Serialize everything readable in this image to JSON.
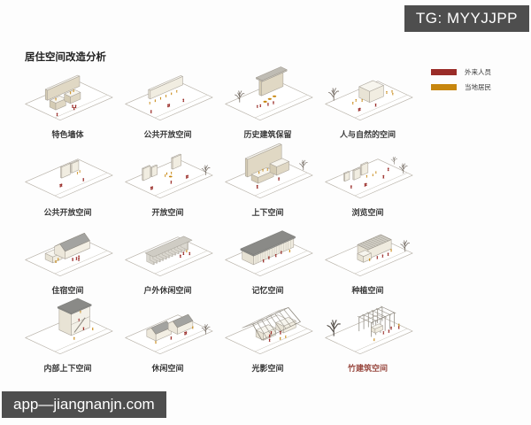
{
  "title": "居住空间改造分析",
  "watermark_top": {
    "text": "TG: MYYJJPP"
  },
  "watermark_bottom": {
    "text": "app—jiangnanjn.com"
  },
  "legend": {
    "items": [
      {
        "label": "外来人员",
        "color": "#9a2c28"
      },
      {
        "label": "当地居民",
        "color": "#c7860e"
      }
    ]
  },
  "colors": {
    "visitor_red": "#9a2c28",
    "resident_orange": "#c7860e",
    "outline": "#aaa49a",
    "highlight_label": "#9a4b42"
  },
  "cells": [
    {
      "label": "特色墙体",
      "scene": "textured-walls"
    },
    {
      "label": "公共开放空间",
      "scene": "long-wall-crowd"
    },
    {
      "label": "历史建筑保留",
      "scene": "historic-wall"
    },
    {
      "label": "人与自然的空间",
      "scene": "nature-box"
    },
    {
      "label": "公共开放空间",
      "scene": "twin-panels"
    },
    {
      "label": "开放空间",
      "scene": "open-panels"
    },
    {
      "label": "上下空间",
      "scene": "stacked-wall"
    },
    {
      "label": "浏览空间",
      "scene": "browse-panels"
    },
    {
      "label": "住宿空间",
      "scene": "gable-house"
    },
    {
      "label": "户外休闲空间",
      "scene": "slat-canopy"
    },
    {
      "label": "记忆空间",
      "scene": "memory-hall"
    },
    {
      "label": "种植空间",
      "scene": "planting-house"
    },
    {
      "label": "内部上下空间",
      "scene": "split-level"
    },
    {
      "label": "休闲空间",
      "scene": "twin-gables"
    },
    {
      "label": "光影空间",
      "scene": "light-shadow"
    },
    {
      "label": "竹建筑空间",
      "scene": "bamboo-frame",
      "label_color": "#9a4b42"
    }
  ]
}
